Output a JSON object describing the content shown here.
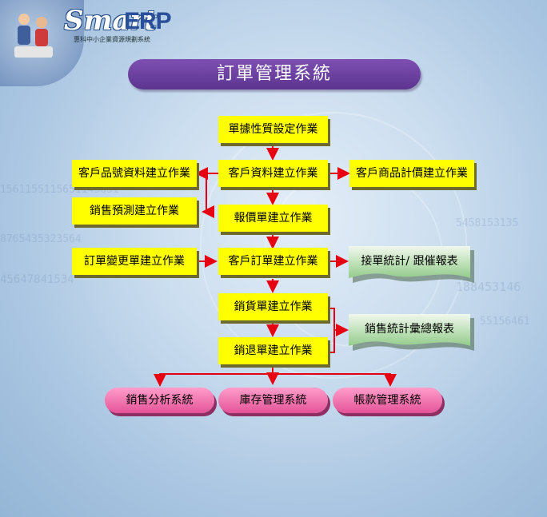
{
  "logo": {
    "brand_script": "Smart",
    "brand_bold": "ERP",
    "tagline": "惠科中小企業資源規劃系統"
  },
  "diagram": {
    "title": "訂單管理系統",
    "boxes": {
      "doc_property": "單據性質設定作業",
      "customer_data": "客戶資料建立作業",
      "customer_item": "客戶品號資料建立作業",
      "customer_price": "客戶商品計價建立作業",
      "sales_forecast": "銷售預測建立作業",
      "quotation": "報價單建立作業",
      "order_change": "訂單變更單建立作業",
      "customer_order": "客戶訂單建立作業",
      "sales_out": "銷貨單建立作業",
      "sales_return": "銷退單建立作業"
    },
    "reports": {
      "order_stats": "接單統計/ 跟催報表",
      "sales_stats": "銷售統計彙總報表"
    },
    "systems": {
      "sales_analysis": "銷售分析系統",
      "inventory": "庫存管理系統",
      "accounts": "帳款管理系統"
    },
    "colors": {
      "process_box": "#ffff00",
      "arrow": "#e60012",
      "title_bar": "#6a3f9e",
      "report": "#9fd49a",
      "system_pill": "#f07ab3"
    }
  }
}
